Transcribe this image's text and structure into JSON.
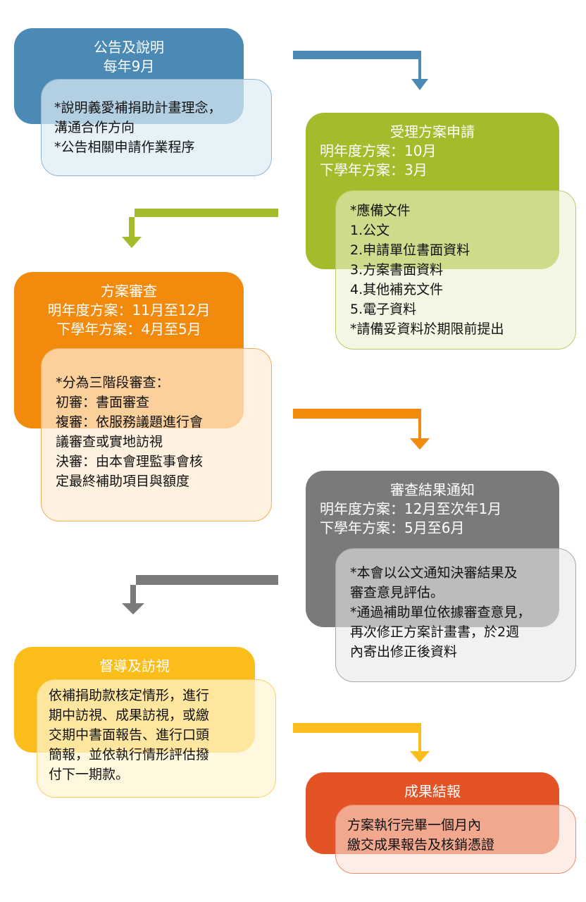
{
  "steps": [
    {
      "title": "公告及說明",
      "lines": [
        "每年9月"
      ],
      "details": [
        "*說明義愛補捐助計畫理念，",
        "溝通合作方向",
        "*公告相關申請作業程序"
      ]
    },
    {
      "title": "受理方案申請",
      "lines": [
        "明年度方案：10月",
        "下學年方案：3月"
      ],
      "details": [
        "*應備文件",
        "1.公文",
        "2.申請單位書面資料",
        "3.方案書面資料",
        "4.其他補充文件",
        "5.電子資料",
        "*請備妥資料於期限前提出"
      ]
    },
    {
      "title": "方案審查",
      "lines": [
        "明年度方案：11月至12月",
        "下學年方案：4月至5月"
      ],
      "details": [
        "*分為三階段審查：",
        "初審：書面審查",
        "複審：依服務議題進行會",
        "議審查或實地訪視",
        "決審：由本會理監事會核",
        "定最終補助項目與額度"
      ]
    },
    {
      "title": "審查結果通知",
      "lines": [
        "明年度方案：12月至次年1月",
        "下學年方案：5月至6月"
      ],
      "details": [
        "*本會以公文通知決審結果及",
        "審查意見評估。",
        "*通過補助單位依據審查意見，",
        "再次修正方案計畫書，於2週",
        "內寄出修正後資料"
      ]
    },
    {
      "title": "督導及訪視",
      "lines": [],
      "details": [
        "依補捐助款核定情形，進行",
        "期中訪視、成果訪視，或繳",
        "交期中書面報告、進行口頭",
        "簡報，並依執行情形評估撥",
        "付下一期款。"
      ]
    },
    {
      "title": "成果結報",
      "lines": [],
      "details": [
        "方案執行完畢一個月內",
        "繳交成果報告及核銷憑證"
      ]
    }
  ],
  "colors": {
    "blue": "#4a8ab5",
    "green": "#a2bc2c",
    "orange": "#f28a0d",
    "gray": "#7a7a7a",
    "yellow": "#fbbd1a",
    "red": "#e35325"
  }
}
